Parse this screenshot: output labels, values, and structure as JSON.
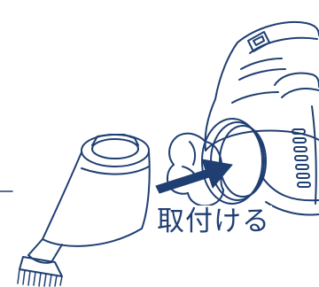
{
  "caption": "取付ける",
  "colors": {
    "line": "#1f3f72",
    "arrow": "#1f3f72",
    "background": "#ffffff"
  },
  "icons": [
    "handheld-vacuum-body",
    "nozzle-attachment",
    "insertion-arrow",
    "brush-tip"
  ]
}
